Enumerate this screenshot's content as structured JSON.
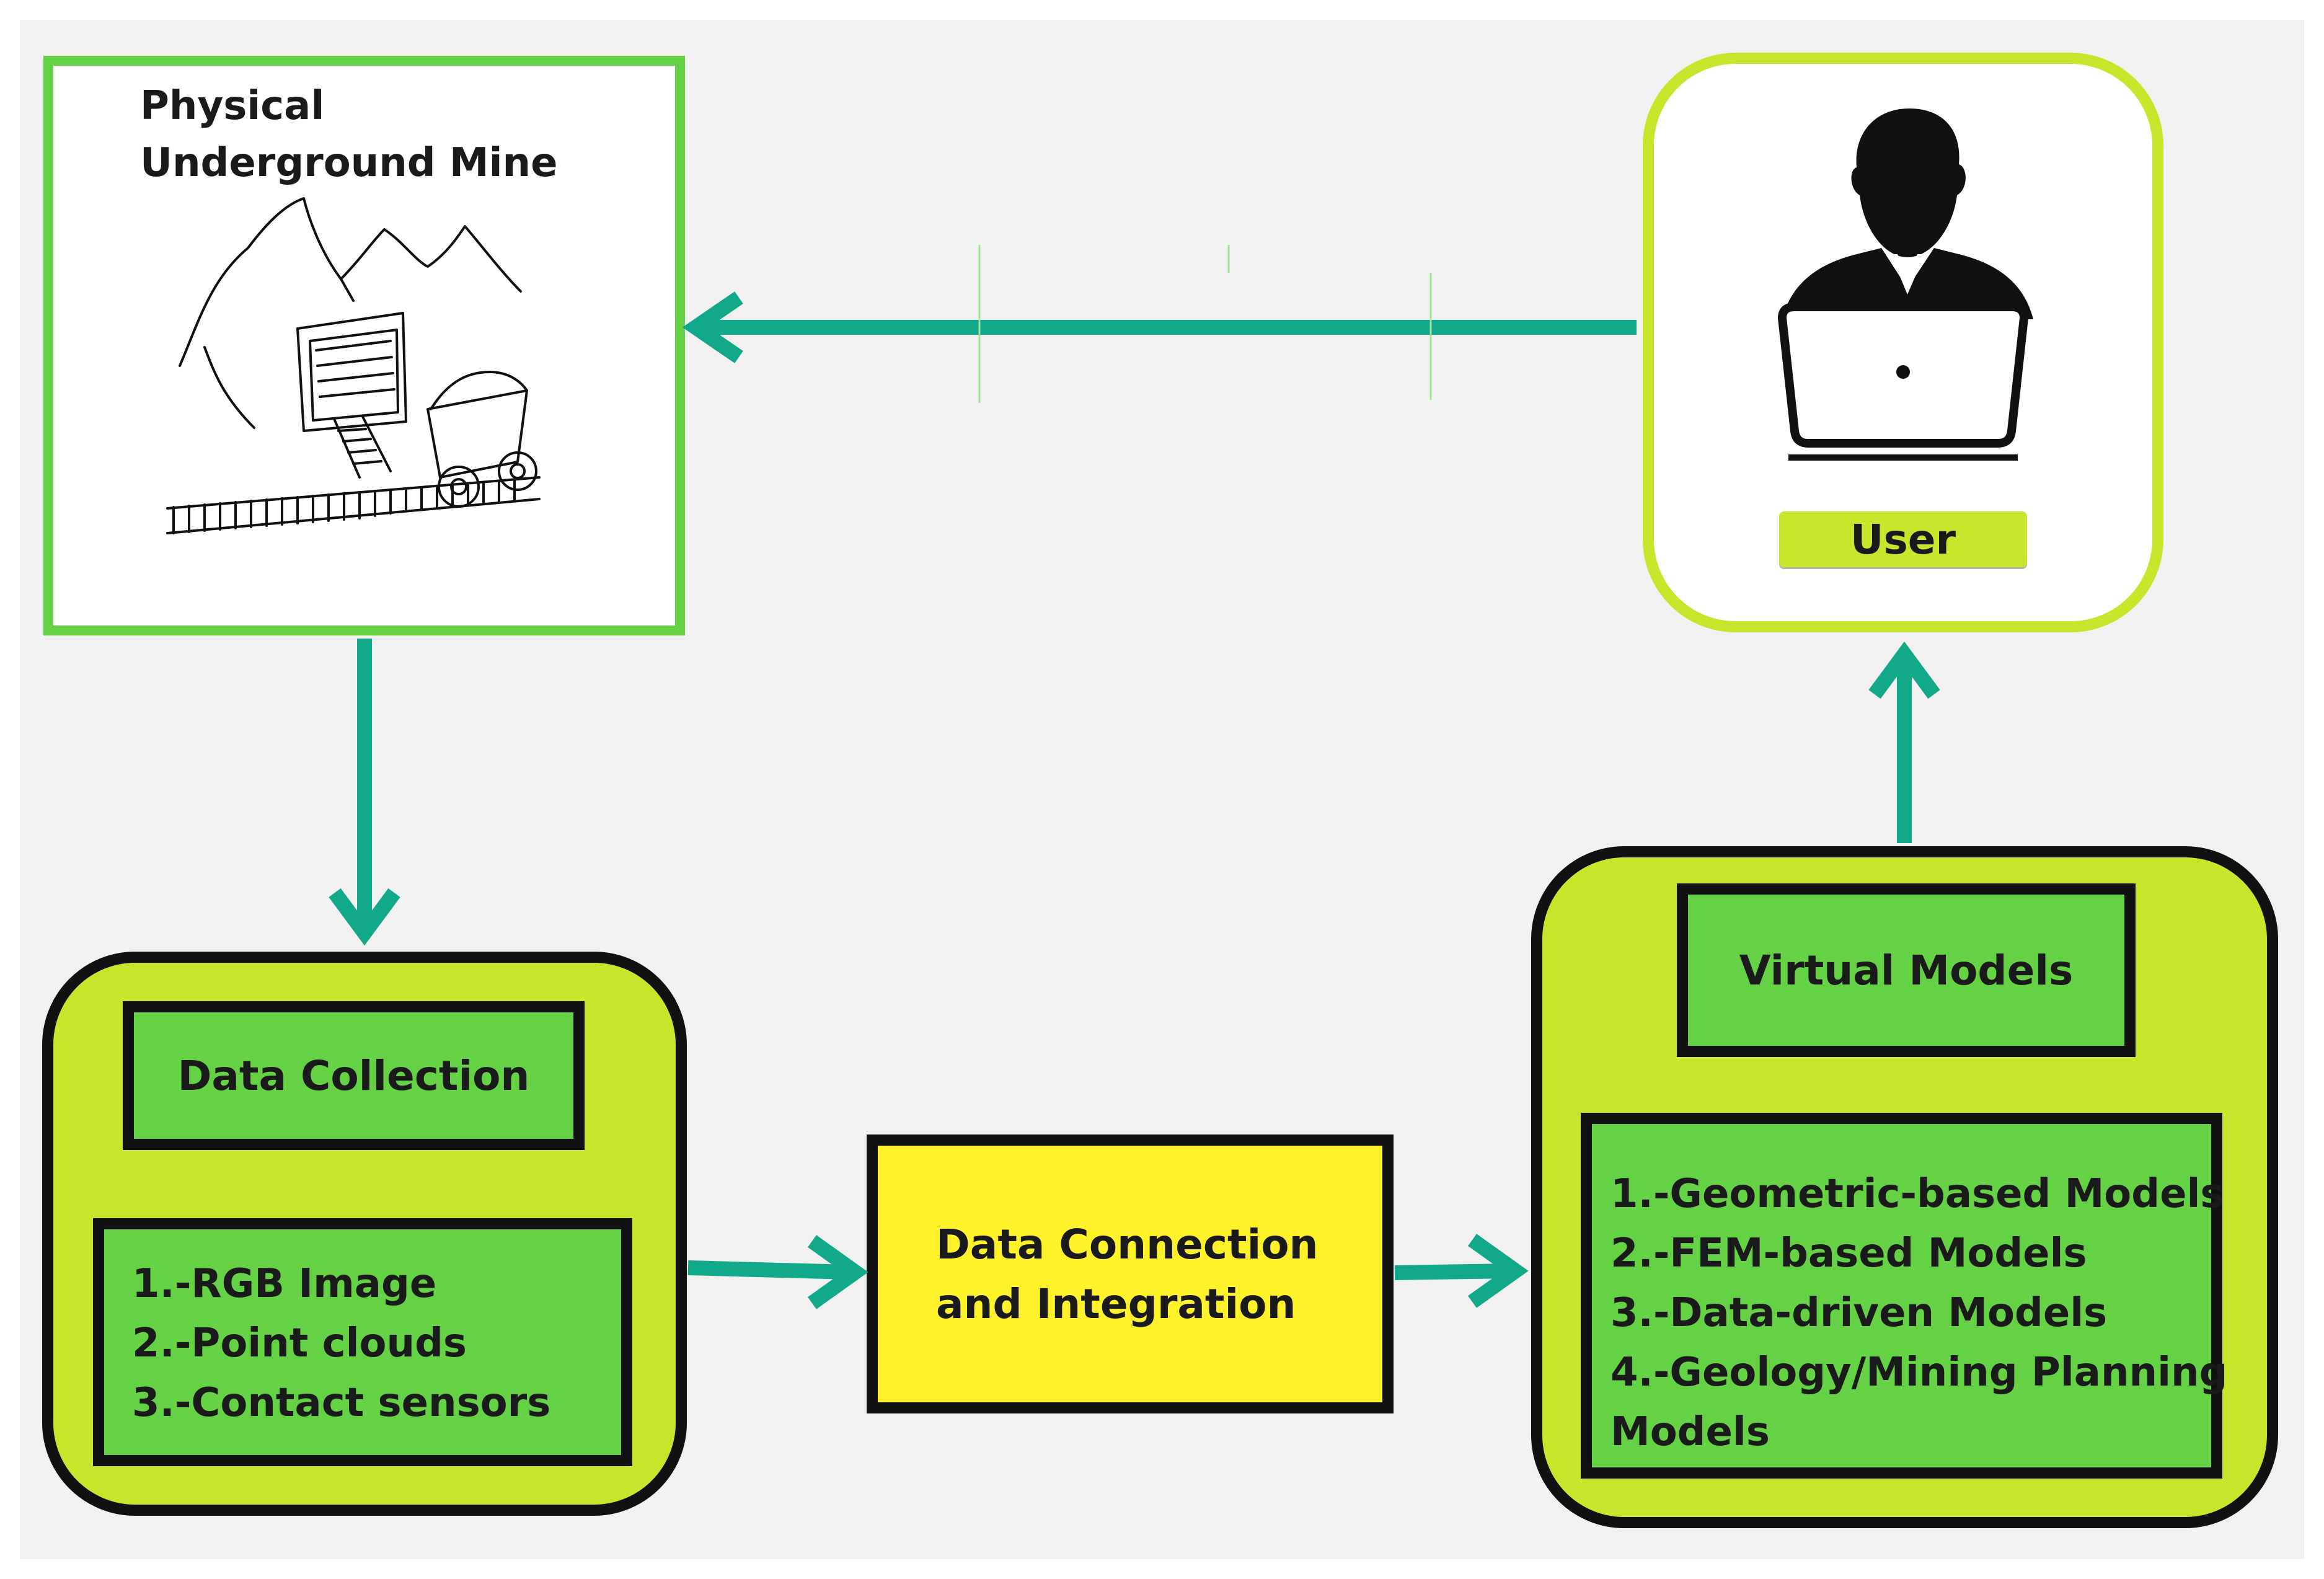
{
  "diagram": {
    "nodes": {
      "physical_mine": {
        "title_line1": "Physical",
        "title_line2": "Underground Mine",
        "illustration": "mine-entrance-with-cart-illustration"
      },
      "user": {
        "label": "User",
        "icon": "person-at-laptop-icon"
      },
      "data_collection": {
        "header": "Data Collection",
        "items": [
          "1.-RGB Image",
          "2.-Point clouds",
          "3.-Contact sensors"
        ]
      },
      "data_connection": {
        "line1": "Data Connection",
        "line2": "and Integration"
      },
      "virtual_models": {
        "header": "Virtual Models",
        "items": [
          "1.-Geometric-based Models",
          "2.-FEM-based Models",
          "3.-Data-driven Models",
          "4.-Geology/Mining Planning",
          "Models"
        ]
      }
    },
    "edges": [
      {
        "from": "user",
        "to": "physical_mine"
      },
      {
        "from": "physical_mine",
        "to": "data_collection"
      },
      {
        "from": "data_collection",
        "to": "data_connection"
      },
      {
        "from": "data_connection",
        "to": "virtual_models"
      },
      {
        "from": "virtual_models",
        "to": "user"
      }
    ]
  },
  "colors": {
    "arrow": "#12a88a",
    "lime": "#c6e62c",
    "green": "#65d145",
    "yellow": "#fff22a",
    "border": "#111111",
    "background": "#f1f1f1"
  }
}
